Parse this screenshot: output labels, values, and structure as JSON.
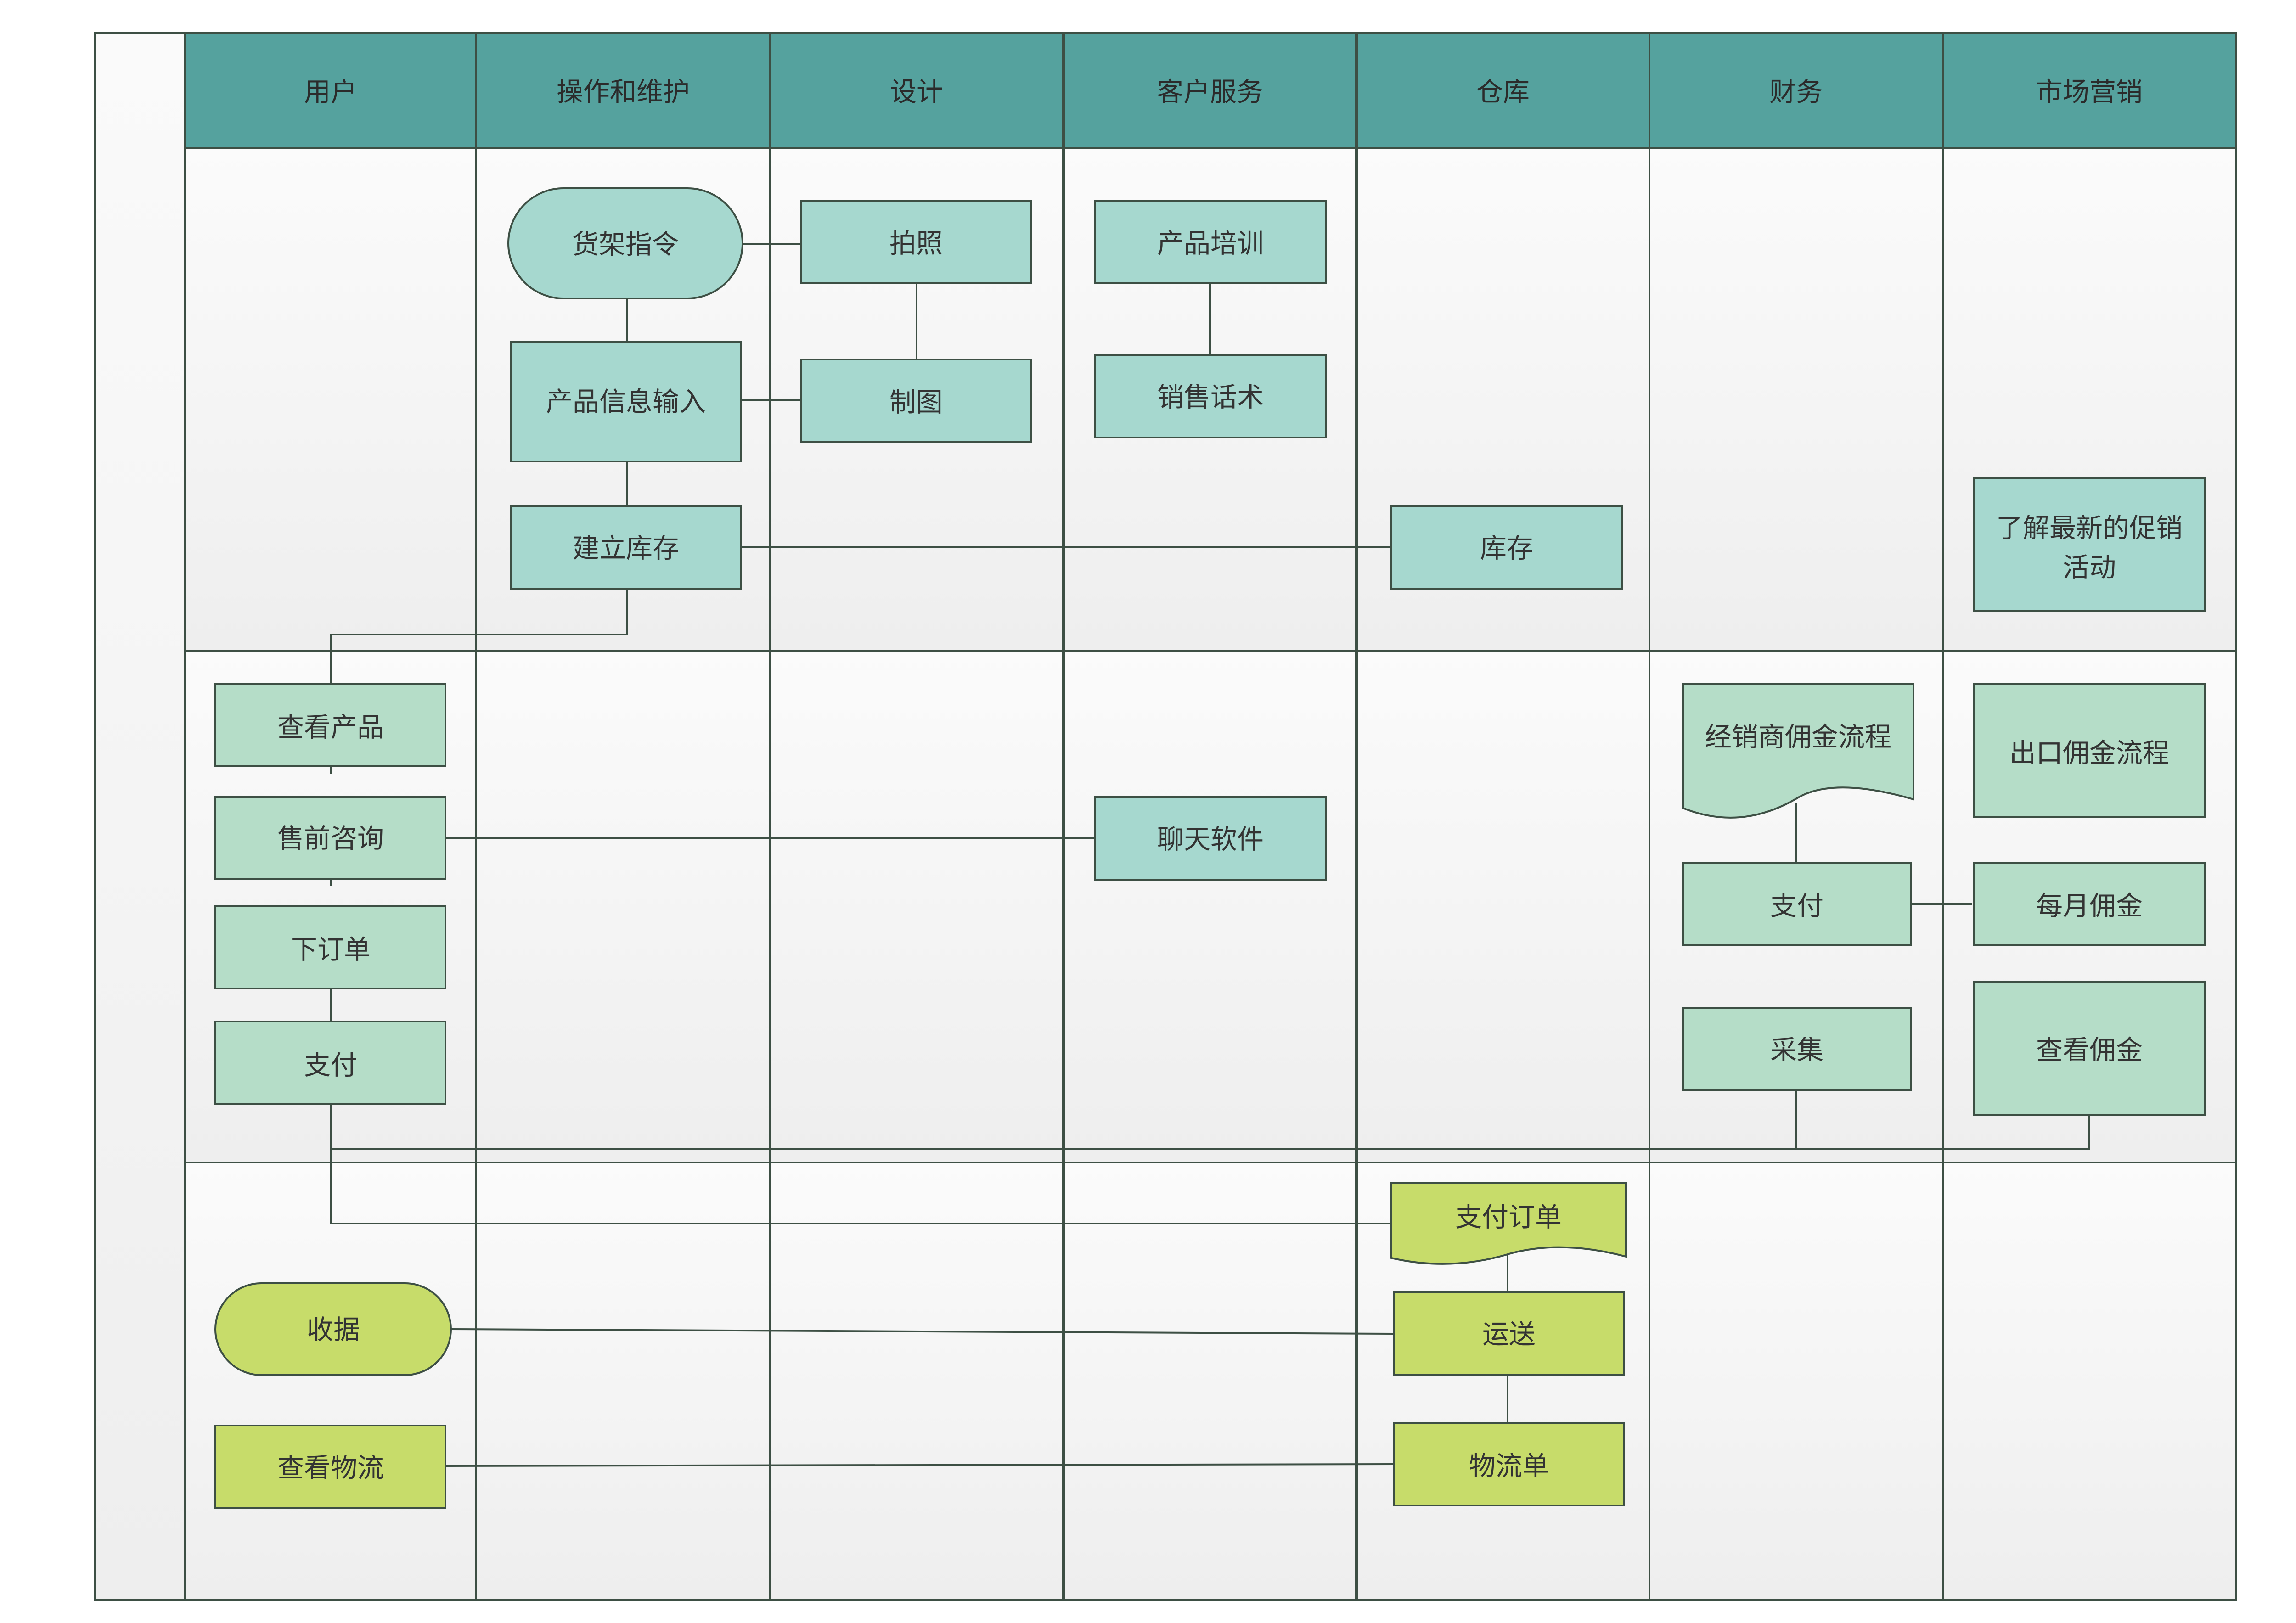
{
  "colors": {
    "header_fill": "#55a29e",
    "teal_box": "#a6d8cf",
    "mint_box": "#b5ddc8",
    "lime_box": "#c7dc6a",
    "line": "#3d4f44",
    "lane_top": "#fafafa",
    "lane_bottom": "#efefef"
  },
  "columns": [
    {
      "id": "user",
      "label": "用户"
    },
    {
      "id": "ops",
      "label": "操作和维护"
    },
    {
      "id": "design",
      "label": "设计"
    },
    {
      "id": "service",
      "label": "客户服务"
    },
    {
      "id": "warehouse",
      "label": "仓库"
    },
    {
      "id": "finance",
      "label": "财务"
    },
    {
      "id": "marketing",
      "label": "市场营销"
    }
  ],
  "nodes": {
    "shelf_order": {
      "label": "货架指令"
    },
    "product_info": {
      "label": "产品信息输入"
    },
    "build_stock": {
      "label": "建立库存"
    },
    "photo": {
      "label": "拍照"
    },
    "drawing": {
      "label": "制图"
    },
    "training": {
      "label": "产品培训"
    },
    "sales_script": {
      "label": "销售话术"
    },
    "stock": {
      "label": "库存"
    },
    "promo": {
      "label_line1": "了解最新的促销",
      "label_line2": "活动"
    },
    "view_product": {
      "label": "查看产品"
    },
    "presale": {
      "label": "售前咨询"
    },
    "place_order": {
      "label": "下订单"
    },
    "user_pay": {
      "label": "支付"
    },
    "chat": {
      "label": "聊天软件"
    },
    "dealer_commission": {
      "label": "经销商佣金流程"
    },
    "finance_pay": {
      "label": "支付"
    },
    "collect": {
      "label": "采集"
    },
    "export_commission": {
      "label": "出口佣金流程"
    },
    "monthly_commission": {
      "label": "每月佣金"
    },
    "view_commission": {
      "label": "查看佣金"
    },
    "pay_order": {
      "label": "支付订单"
    },
    "shipping": {
      "label": "运送"
    },
    "logistics_slip": {
      "label": "物流单"
    },
    "receipt": {
      "label": "收据"
    },
    "view_logistics": {
      "label": "查看物流"
    }
  }
}
